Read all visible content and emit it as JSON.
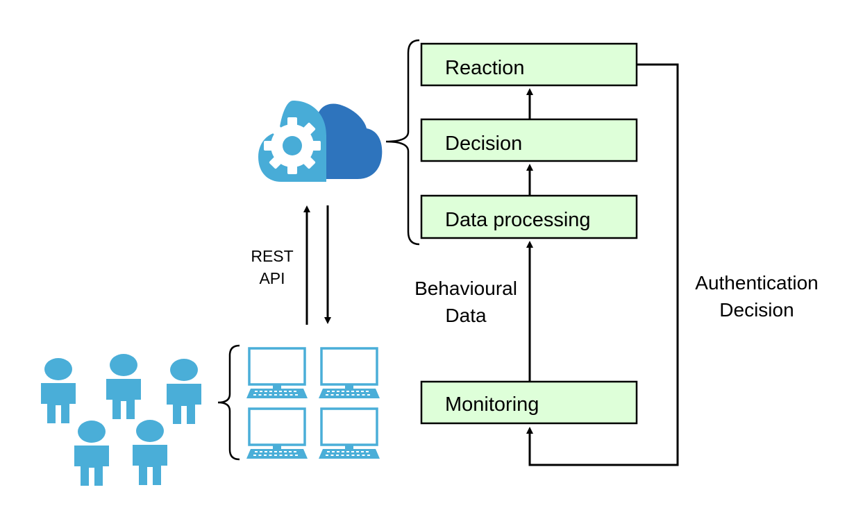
{
  "diagram": {
    "stages": {
      "reaction": "Reaction",
      "decision": "Decision",
      "data_processing": "Data processing",
      "monitoring": "Monitoring"
    },
    "api_label": {
      "line1": "REST",
      "line2": "API"
    },
    "behavioural_label": {
      "line1": "Behavioural",
      "line2": "Data"
    },
    "auth_label": {
      "line1": "Authentication",
      "line2": "Decision"
    },
    "icons": {
      "cloud": "cloud-gear-icon",
      "users": "user-icon",
      "devices": "laptop-icon"
    },
    "colors": {
      "box_fill": "#deffd9",
      "icon_blue": "#4aaed8",
      "cloud_dark": "#2e74bd",
      "cloud_light": "#48acd7"
    }
  }
}
